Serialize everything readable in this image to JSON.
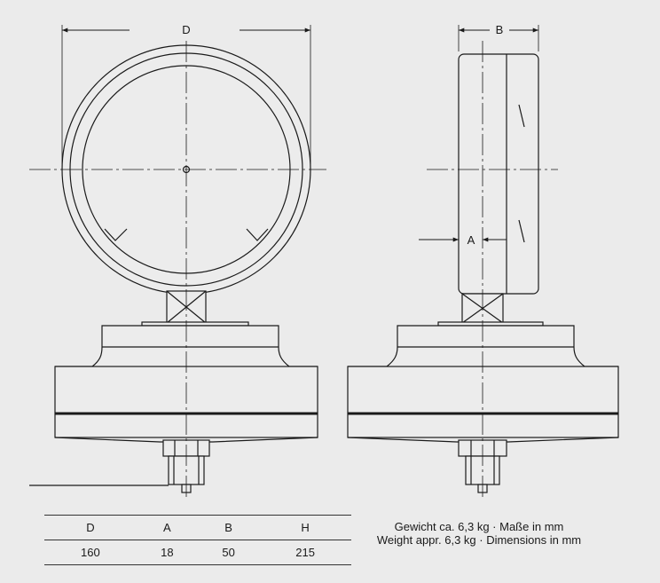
{
  "dimension_labels": {
    "front_diameter": "D",
    "side_width": "B",
    "side_offset": "A"
  },
  "table": {
    "headers": [
      "D",
      "A",
      "B",
      "H"
    ],
    "values": [
      "160",
      "18",
      "50",
      "215"
    ]
  },
  "note": {
    "line_de": "Gewicht ca. 6,3 kg · Maße in mm",
    "line_en": "Weight appr. 6,3 kg · Dimensions in mm"
  }
}
